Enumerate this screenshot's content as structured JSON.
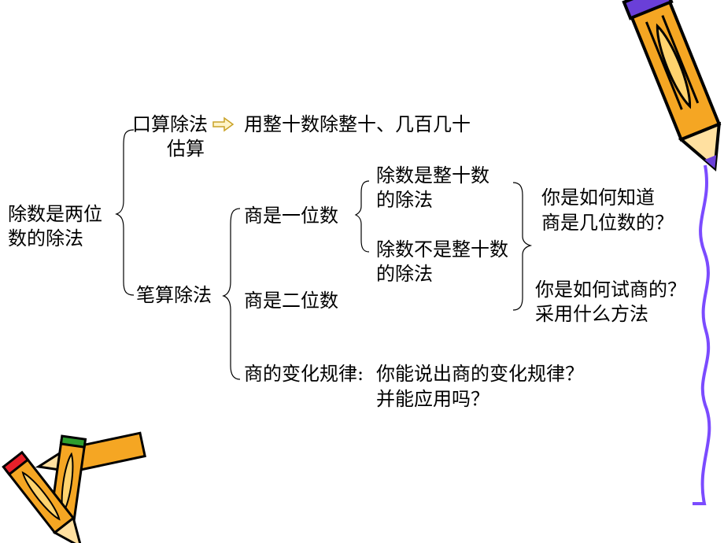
{
  "root": {
    "line1": "除数是两位",
    "line2": "数的除法"
  },
  "branch_oral": {
    "line1": "口算除法",
    "line2": "估算"
  },
  "oral_detail": "用整十数除整十、几百几十",
  "branch_written": "笔算除法",
  "quotient_one_digit": "商是一位数",
  "divisor_whole_tens": {
    "line1": "除数是整十数",
    "line2": "的除法"
  },
  "divisor_not_whole_tens": {
    "line1": "除数不是整十数",
    "line2": "的除法"
  },
  "quotient_two_digit": "商是二位数",
  "quotient_change": "商的变化规律:",
  "question_digits": {
    "line1": "你是如何知道",
    "line2": "商是几位数的？"
  },
  "question_trial": {
    "line1": "你是如何试商的？",
    "line2": "采用什么方法"
  },
  "question_change": {
    "line1": "你能说出商的变化规律？",
    "line2": "并能应用吗？"
  },
  "icons": [
    "arrow-right-icon",
    "pencil-icon",
    "pencils-icon"
  ],
  "colors": {
    "pencil_body": "#F5A623",
    "pencil_cap": "#6A3FD8",
    "squiggle": "#7B4BFF",
    "pencil_tip_red": "#E8202A",
    "pencil_tip_green": "#2E9E2E"
  }
}
